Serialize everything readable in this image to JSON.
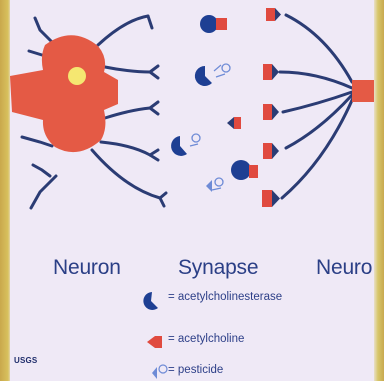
{
  "labels": {
    "left_neuron": "Neuron",
    "synapse": "Synapse",
    "right_neuron": "Neuron"
  },
  "legend": [
    {
      "icon": "acetylcholinesterase-icon",
      "text": "= acetylcholinesterase"
    },
    {
      "icon": "acetylcholine-icon",
      "text": "= acetylcholine"
    },
    {
      "icon": "pesticide-icon",
      "text": "= pesticide"
    }
  ],
  "logo_text": "USGS",
  "colors": {
    "neuron": "#e45a45",
    "dendrite": "#2b3c74",
    "enzyme": "#1e3f93",
    "acetylcholine_red": "#e04a3f",
    "pesticide": "#6e8bd6",
    "background": "#efe9f6",
    "nucleus": "#f5ef74"
  }
}
